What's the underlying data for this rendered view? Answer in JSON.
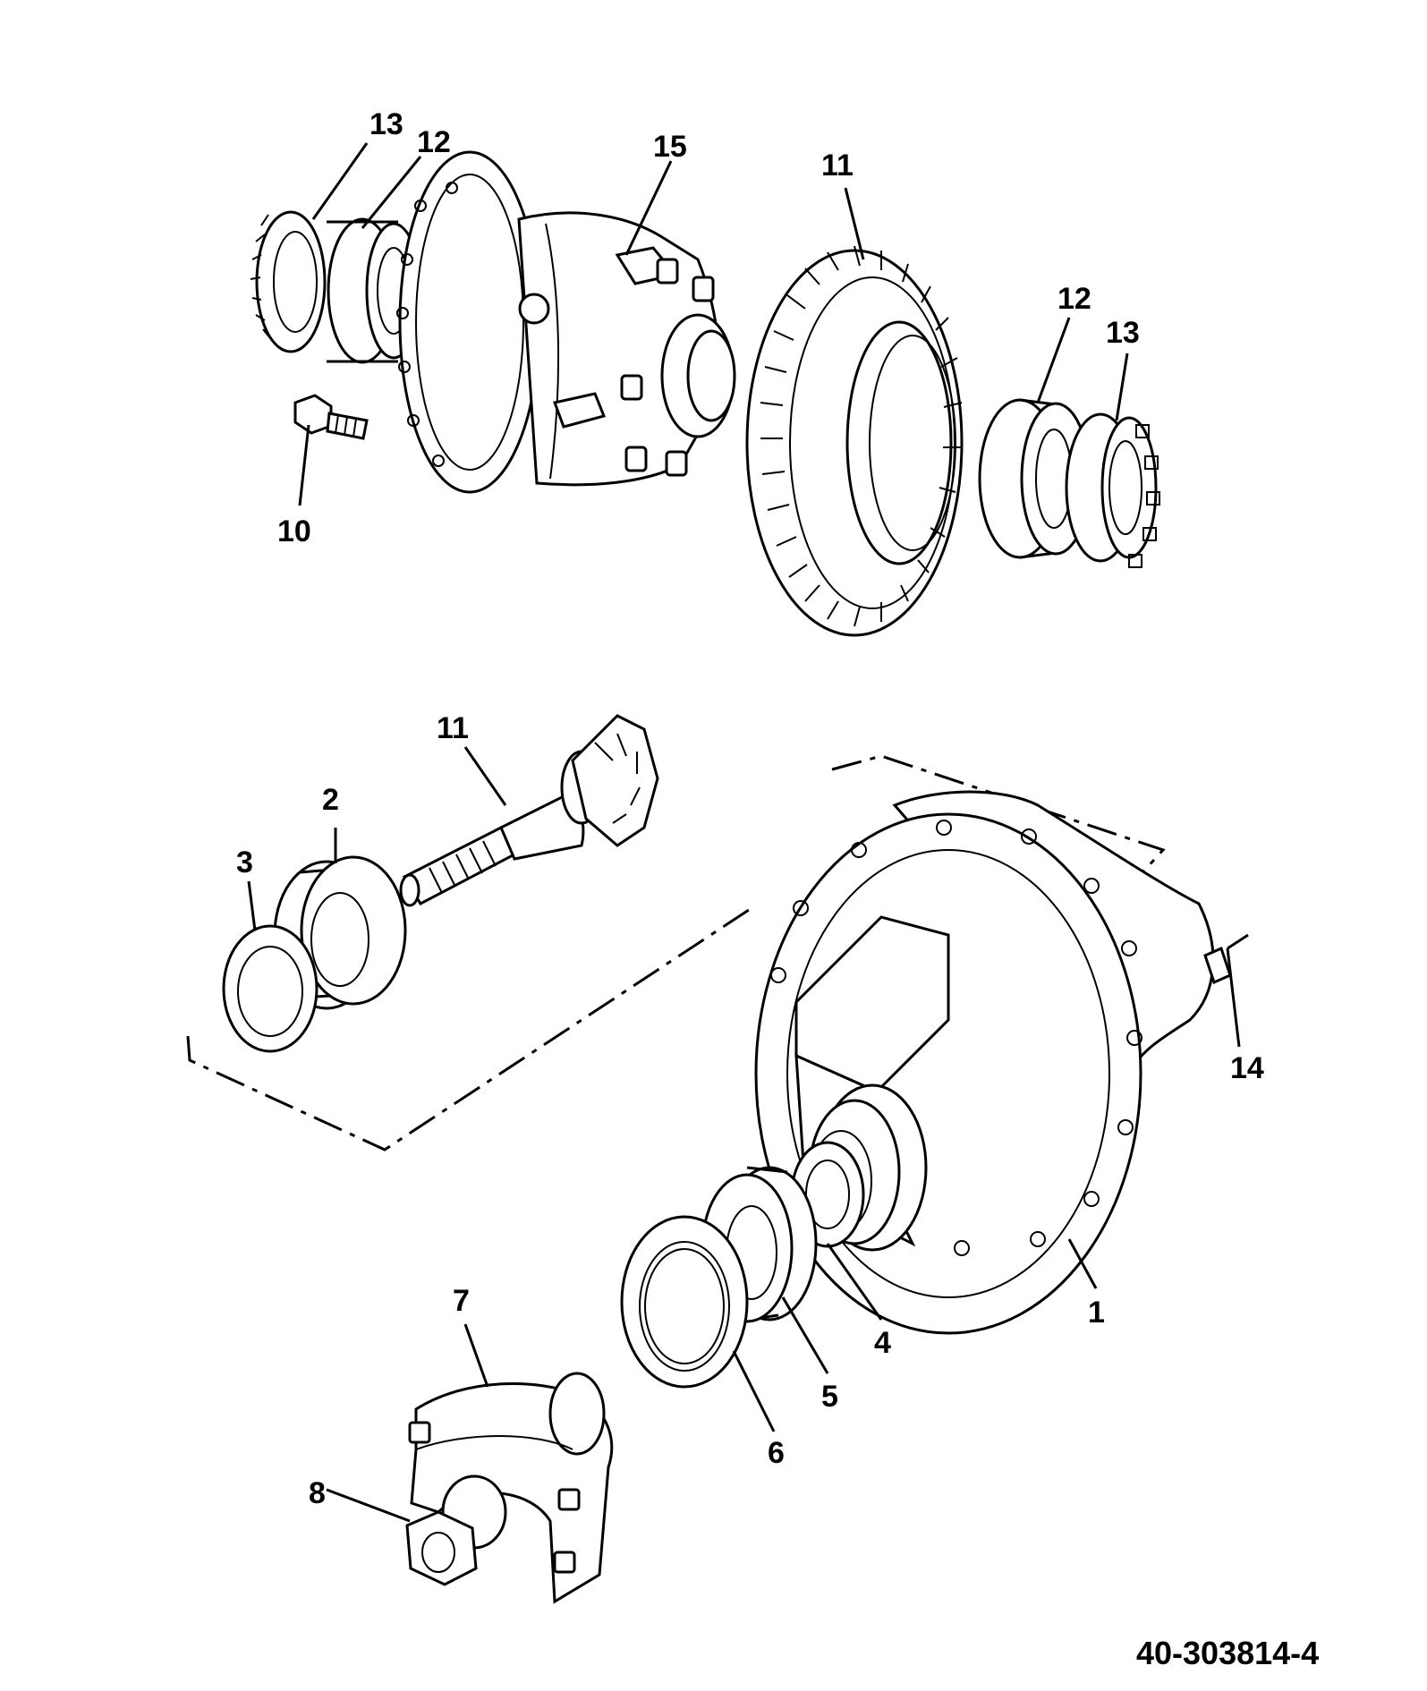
{
  "diagram": {
    "reference_number": "40-303814-4",
    "callouts": {
      "c1": "1",
      "c2": "2",
      "c3": "3",
      "c4": "4",
      "c5": "5",
      "c6": "6",
      "c7": "7",
      "c8": "8",
      "c10": "10",
      "c11_ring": "11",
      "c11_pinion": "11",
      "c12_left": "12",
      "c12_right": "12",
      "c13_left": "13",
      "c13_right": "13",
      "c14": "14",
      "c15": "15"
    }
  }
}
